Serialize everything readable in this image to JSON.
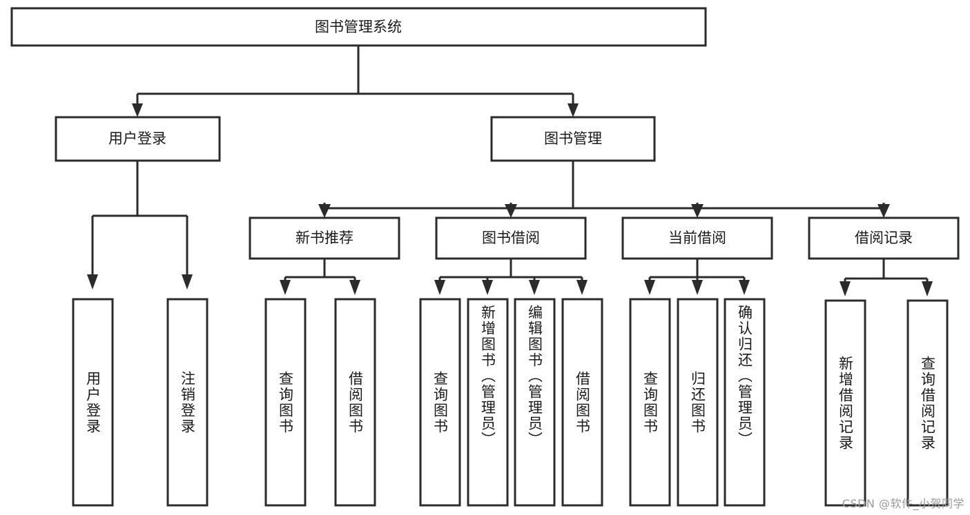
{
  "diagram": {
    "type": "tree",
    "title": "图书管理系统",
    "root": {
      "id": "root",
      "label": "图书管理系统"
    },
    "level2": [
      {
        "id": "login",
        "label": "用户登录"
      },
      {
        "id": "bookmgmt",
        "label": "图书管理"
      }
    ],
    "level3": [
      {
        "id": "newbook",
        "label": "新书推荐",
        "parent": "bookmgmt"
      },
      {
        "id": "borrow",
        "label": "图书借阅",
        "parent": "bookmgmt"
      },
      {
        "id": "current",
        "label": "当前借阅",
        "parent": "bookmgmt"
      },
      {
        "id": "record",
        "label": "借阅记录",
        "parent": "bookmgmt"
      }
    ],
    "leaves": [
      {
        "id": "leaf-user-login",
        "label": "用户登录",
        "parent": "login"
      },
      {
        "id": "leaf-logout",
        "label": "注销登录",
        "parent": "login"
      },
      {
        "id": "leaf-query-book-1",
        "label": "查询图书",
        "parent": "newbook"
      },
      {
        "id": "leaf-borrow-book-1",
        "label": "借阅图书",
        "parent": "newbook"
      },
      {
        "id": "leaf-query-book-2",
        "label": "查询图书",
        "parent": "borrow"
      },
      {
        "id": "leaf-add-book",
        "label": "新增图书（管理员）",
        "parent": "borrow"
      },
      {
        "id": "leaf-edit-book",
        "label": "编辑图书（管理员）",
        "parent": "borrow"
      },
      {
        "id": "leaf-borrow-book-2",
        "label": "借阅图书",
        "parent": "borrow"
      },
      {
        "id": "leaf-query-book-3",
        "label": "查询图书",
        "parent": "current"
      },
      {
        "id": "leaf-return-book",
        "label": "归还图书",
        "parent": "current"
      },
      {
        "id": "leaf-confirm-return",
        "label": "确认归还（管理员）",
        "parent": "current"
      },
      {
        "id": "leaf-add-record",
        "label": "新增借阅记录",
        "parent": "record"
      },
      {
        "id": "leaf-query-record",
        "label": "查询借阅记录",
        "parent": "record"
      }
    ],
    "colors": {
      "box_fill": "#ffffff",
      "box_stroke": "#2b2b2b",
      "text": "#1a1a1a",
      "watermark": "#9a9a9a"
    }
  },
  "watermark": {
    "text": "CSDN @软件_小贺同学"
  }
}
